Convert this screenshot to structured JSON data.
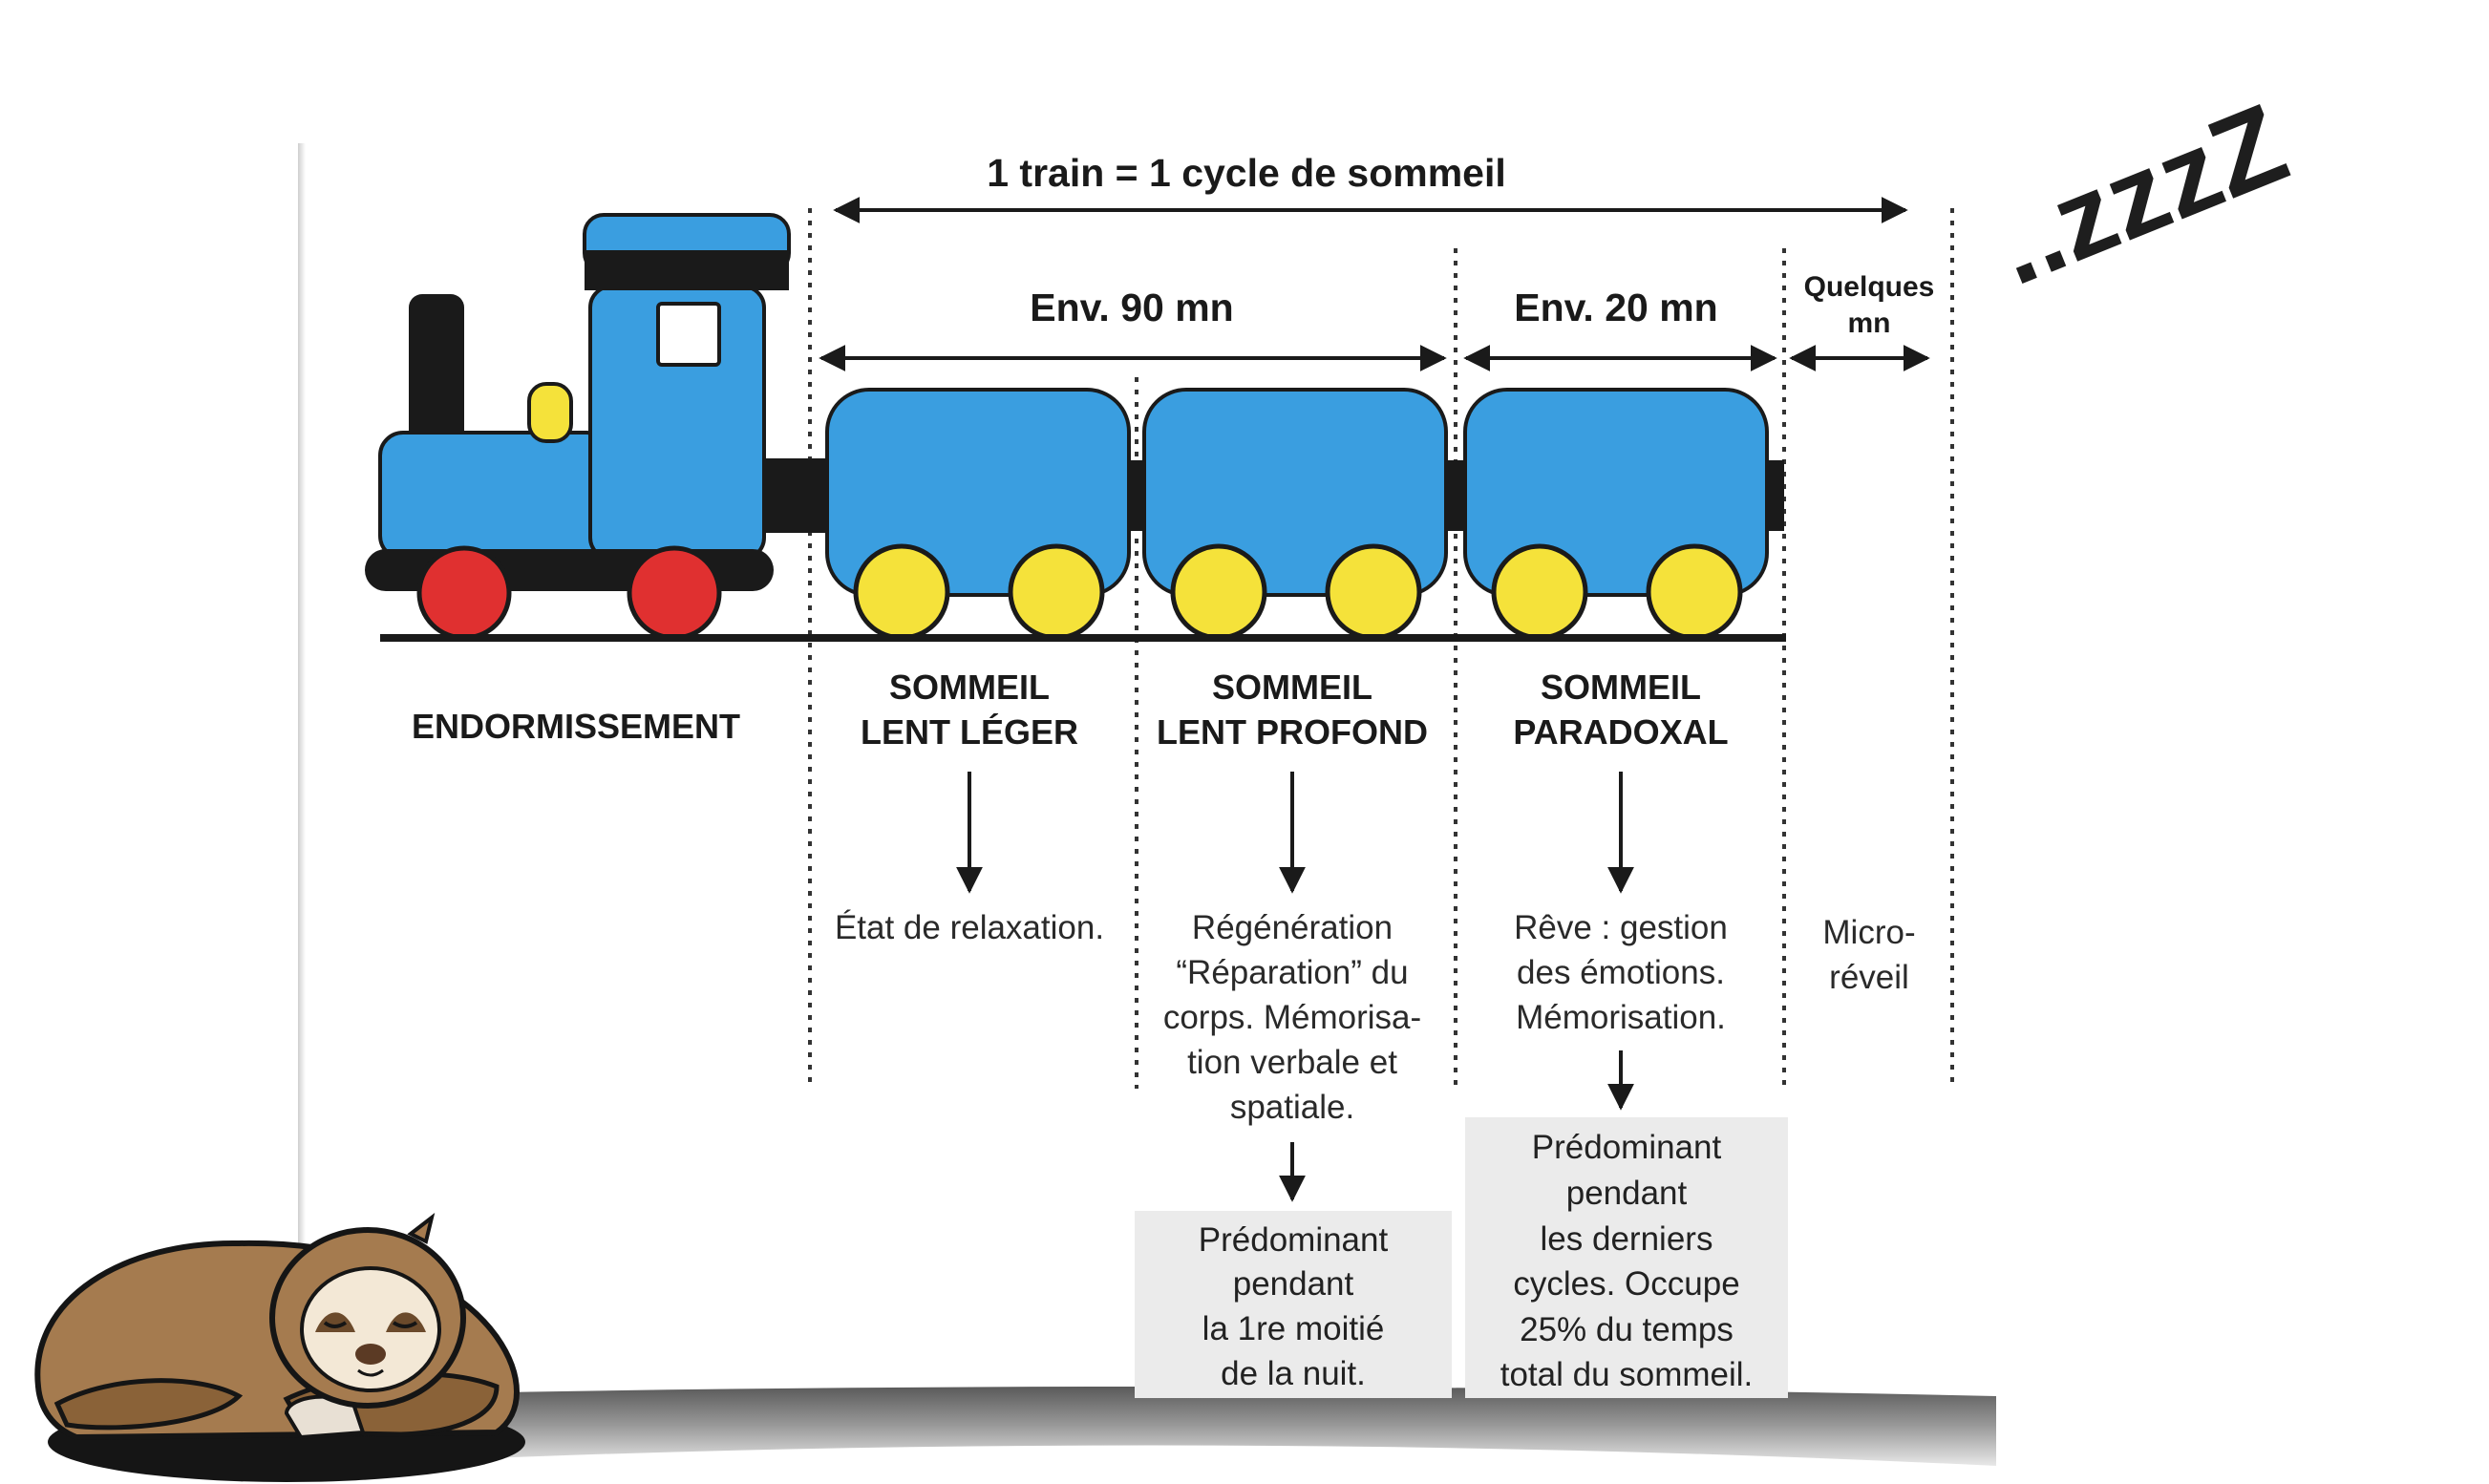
{
  "title": "1 train = 1 cycle de sommeil",
  "durations": {
    "slow": "Env. 90 mn",
    "rem": "Env. 20 mn",
    "micro": [
      "Quelques",
      "mn"
    ]
  },
  "stages": [
    {
      "id": "endormissement",
      "label": [
        "ENDORMISSEMENT"
      ]
    },
    {
      "id": "lent-leger",
      "label": [
        "SOMMEIL",
        "LENT LÉGER"
      ],
      "description": [
        "État de relaxation."
      ]
    },
    {
      "id": "lent-profond",
      "label": [
        "SOMMEIL",
        "LENT PROFOND"
      ],
      "description": [
        "Régénération",
        "“Réparation” du",
        "corps. Mémorisa-",
        "tion verbale et",
        "spatiale."
      ],
      "note": [
        "Prédominant",
        "pendant",
        "la 1re moitié",
        "de la nuit."
      ]
    },
    {
      "id": "paradoxal",
      "label": [
        "SOMMEIL",
        "PARADOXAL"
      ],
      "description": [
        "Rêve : gestion",
        "des émotions.",
        "Mémorisation."
      ],
      "note": [
        "Prédominant",
        "pendant",
        "les derniers",
        "cycles. Occupe",
        "25% du temps",
        "total du sommeil."
      ]
    },
    {
      "id": "micro-reveil",
      "description": [
        "Micro-",
        "réveil"
      ]
    }
  ],
  "snore": "..zzzZ",
  "colors": {
    "train_blue": "#3a9ee0",
    "dark": "#1a1a1a",
    "locomotive_wheel": "#e03030",
    "wagon_wheel": "#f5e23a",
    "note_background": "#ebebeb"
  },
  "icons": [
    "locomotive-icon",
    "wagon-icon",
    "sleeping-sloth-icon"
  ]
}
